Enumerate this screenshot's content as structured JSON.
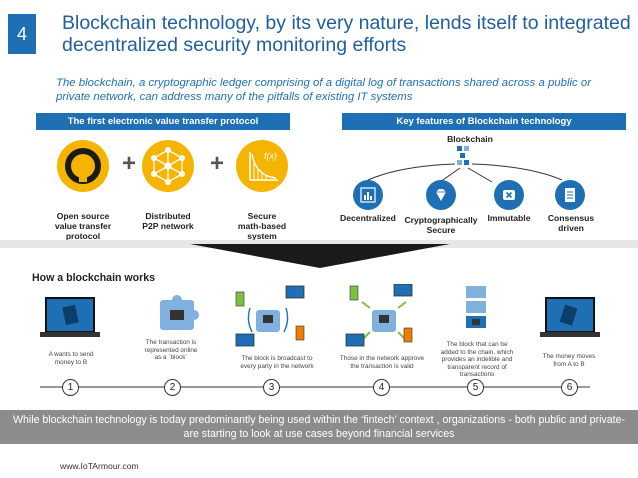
{
  "slide": {
    "number": "4",
    "title_line1": "Blockchain technology, by its very nature, lends itself to integrated",
    "title_line2": "decentralized security monitoring efforts",
    "subtitle_line1": "The blockchain, a cryptographic ledger comprising of a digital log of transactions shared across a public or",
    "subtitle_line2": "private network, can address many of the pitfalls of existing IT systems"
  },
  "left_panel": {
    "header": "The first electronic value transfer protocol",
    "items": [
      {
        "label_lines": [
          "Open source",
          "value transfer",
          "protocol"
        ],
        "icon": "open-source-icon"
      },
      {
        "label_lines": [
          "Distributed",
          "P2P network"
        ],
        "icon": "network-icon"
      },
      {
        "label_lines": [
          "Secure",
          "math-based",
          "system"
        ],
        "icon": "function-icon"
      }
    ],
    "function_text": "f(x)"
  },
  "right_panel": {
    "header": "Key features of Blockchain technology",
    "root_label": "Blockchain",
    "features": [
      {
        "label_lines": [
          "Decentralized"
        ],
        "icon": "chart-icon"
      },
      {
        "label_lines": [
          "Cryptographically",
          "Secure"
        ],
        "icon": "diamond-icon"
      },
      {
        "label_lines": [
          "Immutable"
        ],
        "icon": "immutable-x-icon"
      },
      {
        "label_lines": [
          "Consensus",
          "driven"
        ],
        "icon": "document-icon"
      }
    ]
  },
  "how_it_works": {
    "title": "How a blockchain works",
    "steps": [
      {
        "num": "1",
        "text": [
          "A wants to send",
          "money to B"
        ]
      },
      {
        "num": "2",
        "text": [
          "The transaction is",
          "represented online",
          "as a `block`"
        ]
      },
      {
        "num": "3",
        "text": [
          "The block is broadcast to",
          "every party in the network"
        ]
      },
      {
        "num": "4",
        "text": [
          "Those in the network approve",
          "the transaction is valid"
        ]
      },
      {
        "num": "5",
        "text": [
          "The block that can be",
          "added to the chain, which",
          "provides an indelible and",
          "transparent record of",
          "transactions"
        ]
      },
      {
        "num": "6",
        "text": [
          "The money moves",
          "from A to B"
        ]
      }
    ]
  },
  "footer": {
    "line1": "While blockchain technology is today predominantly being used within the ‘fintech’ context , organizations - both public and private-",
    "line2": "are starting to look at use cases  beyond  financial services"
  },
  "url": "www.IoTArmour.com",
  "colors": {
    "brand_blue": "#1f6fb5",
    "gold": "#f5b400",
    "gray": "#8c8c8c",
    "green": "#7cc242",
    "orange": "#f07d00"
  }
}
